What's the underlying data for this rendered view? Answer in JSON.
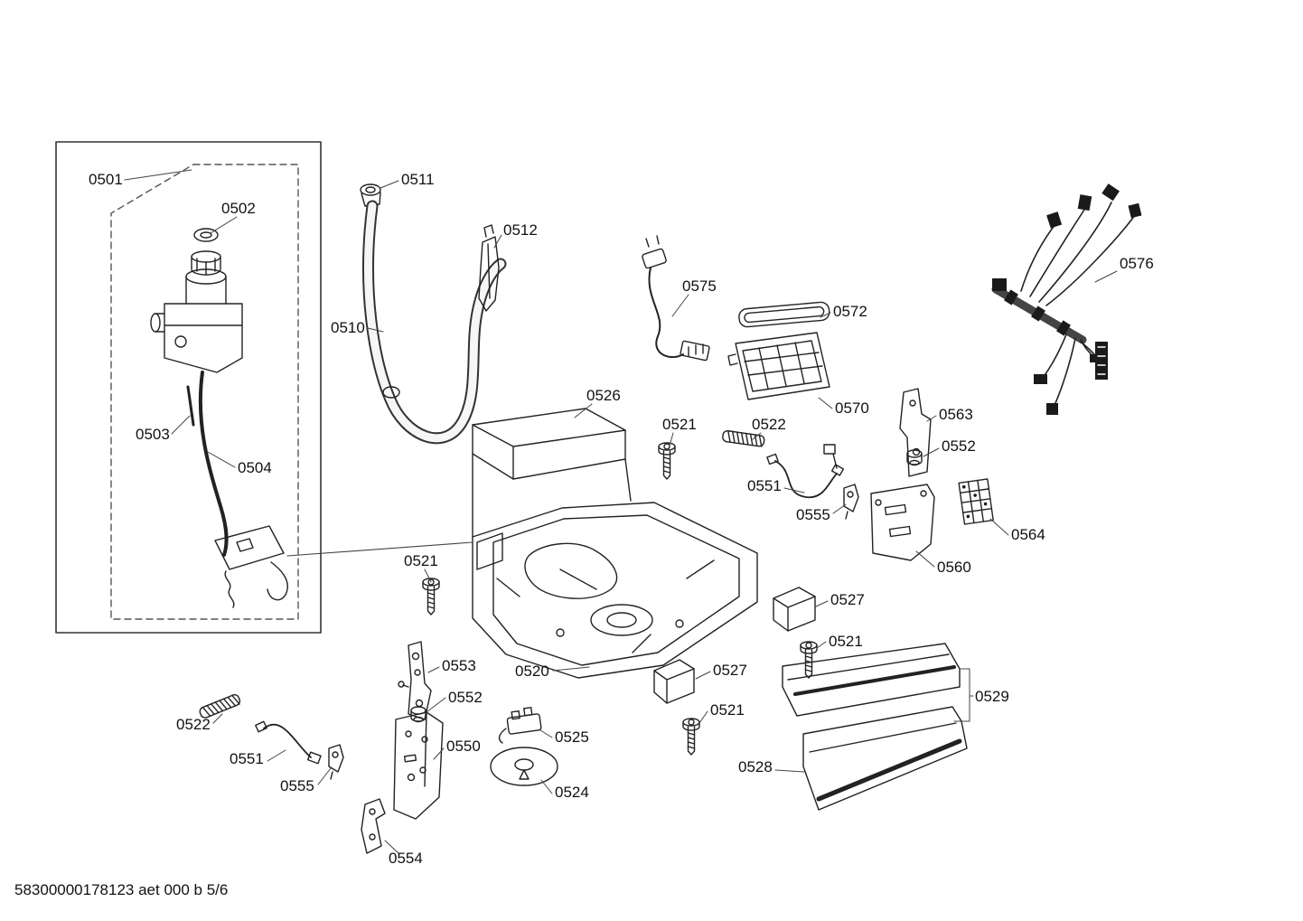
{
  "colors": {
    "background": "#ffffff",
    "line": "#222222",
    "label_text": "#111111"
  },
  "footer": {
    "code": "58300000178123 aet 000 b 5/6"
  },
  "parts": {
    "p0501": "0501",
    "p0502": "0502",
    "p0503": "0503",
    "p0504": "0504",
    "p0510": "0510",
    "p0511": "0511",
    "p0512": "0512",
    "p0520": "0520",
    "p0521": "0521",
    "p0522": "0522",
    "p0524": "0524",
    "p0525": "0525",
    "p0526": "0526",
    "p0527": "0527",
    "p0528": "0528",
    "p0529": "0529",
    "p0550": "0550",
    "p0551": "0551",
    "p0552": "0552",
    "p0553": "0553",
    "p0554": "0554",
    "p0555": "0555",
    "p0560": "0560",
    "p0563": "0563",
    "p0564": "0564",
    "p0570": "0570",
    "p0572": "0572",
    "p0575": "0575",
    "p0576": "0576"
  }
}
